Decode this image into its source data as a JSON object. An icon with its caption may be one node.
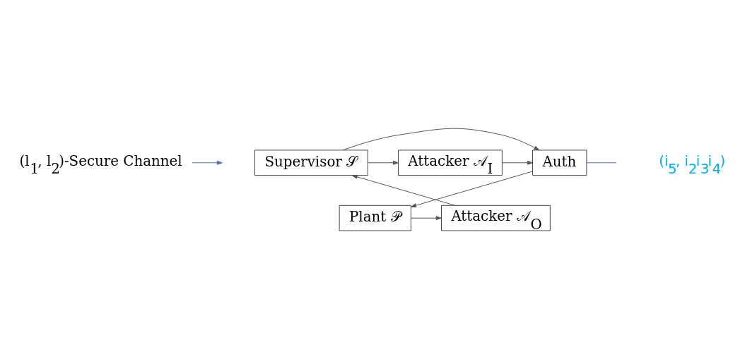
{
  "diagram": {
    "nodes": [
      {
        "text": [
          "(l$_{1}$, l$_{2}$)-Secure Channel"
        ]
      },
      {
        "text": [
          "Supervisor 𝒮"
        ]
      },
      {
        "text": [
          "Attacker 𝒜$_{I}$"
        ]
      },
      {
        "text": [
          "Auth"
        ]
      },
      {
        "text": [
          "Plant 𝒫"
        ]
      },
      {
        "text": [
          "Attacker 𝒜$_{O}$"
        ]
      }
    ],
    "edges": [
      {
        "from": 1,
        "to": 2,
        "arrow": "to"
      },
      {
        "from": 1,
        "to": 3,
        "arrow": "to"
      },
      {
        "from": 2,
        "to": 3,
        "arrow": "to"
      },
      {
        "from": 3,
        "to": 4,
        "arrow": "to"
      },
      {
        "from": 4,
        "to": 5,
        "arrow": "to"
      },
      {
        "from": 5,
        "to": 1,
        "arrow": "to"
      },
      {
        "from": 0,
        "to": null,
        "arrow": "to",
        "color": "#4472c4"
      },
      {
        "from": 3,
        "to": null,
        "arrow": "none",
        "color": "#4472c4"
      }
    ],
    "labels": [
      "(i$_{5}$, i$_{2}$i$_{3}$i$_{4}$)"
    ]
  }
}
